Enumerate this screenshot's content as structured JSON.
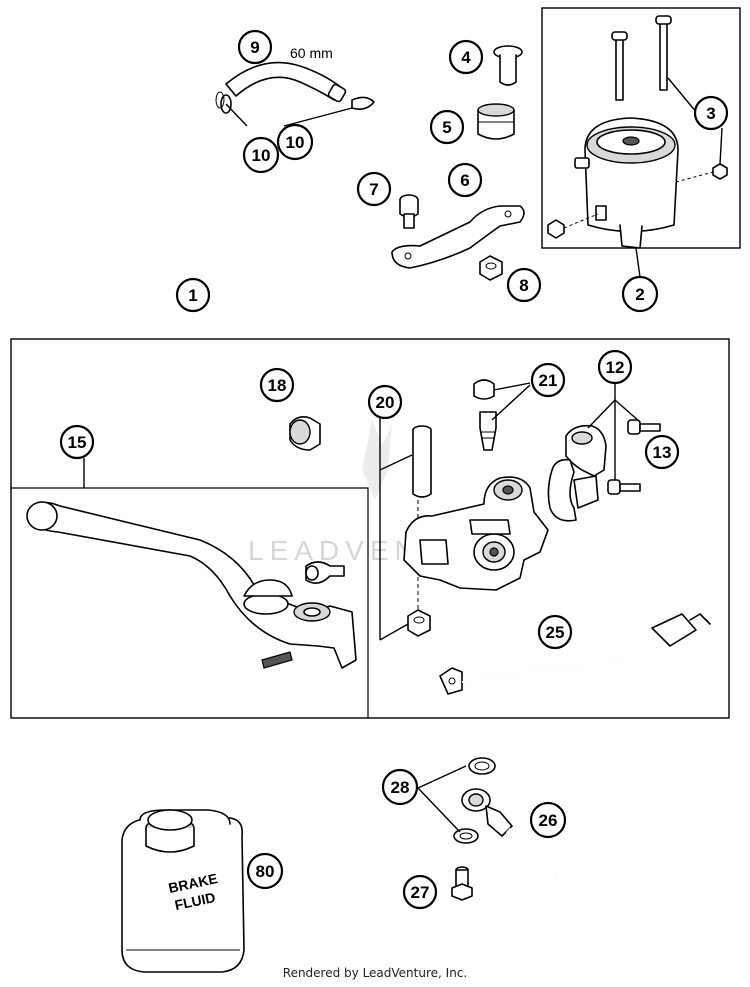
{
  "diagram": {
    "measurement_label": "60 mm",
    "watermark_text": "LEADVENTURE",
    "bottle_text_line1": "BRAKE",
    "bottle_text_line2": "FLUID",
    "footer": "Rendered by LeadVenture, Inc.",
    "callouts": {
      "c1": "1",
      "c2": "2",
      "c3": "3",
      "c4": "4",
      "c5": "5",
      "c6": "6",
      "c7": "7",
      "c8": "8",
      "c9": "9",
      "c10a": "10",
      "c10b": "10",
      "c12": "12",
      "c13": "13",
      "c15": "15",
      "c18": "18",
      "c20": "20",
      "c21": "21",
      "c25": "25",
      "c26": "26",
      "c27": "27",
      "c28": "28",
      "c80": "80"
    }
  }
}
